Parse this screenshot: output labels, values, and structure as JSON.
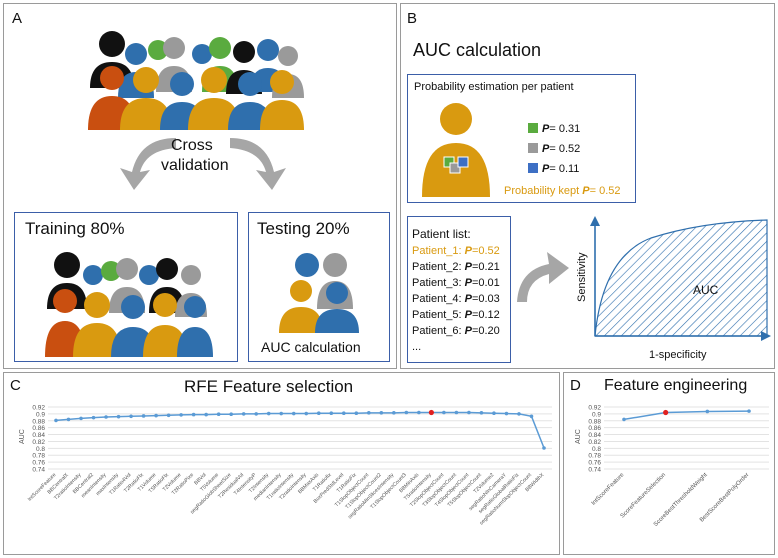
{
  "panel_a": {
    "letter": "A",
    "cross_validation_line1": "Cross",
    "cross_validation_line2": "validation",
    "training_title": "Training 80%",
    "testing_title": "Testing 20%",
    "testing_caption": "AUC calculation"
  },
  "panel_b": {
    "letter": "B",
    "title": "AUC calculation",
    "prob_box_title": "Probability estimation per patient",
    "legend": [
      {
        "label": "P",
        "value": "= 0.31",
        "color": "#5aab3f"
      },
      {
        "label": "P",
        "value": "= 0.52",
        "color": "#9a9a9a"
      },
      {
        "label": "P",
        "value": "= 0.11",
        "color": "#3d6fc4"
      }
    ],
    "prob_kept_prefix": "Probability kept ",
    "prob_kept_p": "P",
    "prob_kept_value": "= 0.52",
    "patient_list_title": "Patient list:",
    "patients": [
      {
        "name": "Patient_1: ",
        "p": "P",
        "value": "=0.52",
        "highlight": true
      },
      {
        "name": "Patient_2: ",
        "p": "P",
        "value": "=0.21",
        "highlight": false
      },
      {
        "name": "Patient_3: ",
        "p": "P",
        "value": "=0.01",
        "highlight": false
      },
      {
        "name": "Patient_4: ",
        "p": "P",
        "value": "=0.03",
        "highlight": false
      },
      {
        "name": "Patient_5: ",
        "p": "P",
        "value": "=0.12",
        "highlight": false
      },
      {
        "name": "Patient_6: ",
        "p": "P",
        "value": "=0.20",
        "highlight": false
      }
    ],
    "ellipsis": "...",
    "roc_ylabel": "Sensitivity",
    "roc_xlabel": "1-specificity",
    "roc_area_label": "AUC"
  },
  "panel_c": {
    "letter": "C",
    "title": "RFE Feature selection"
  },
  "panel_d": {
    "letter": "D",
    "title": "Feature engineering"
  },
  "colors": {
    "orange": "#d99a10",
    "blue": "#2f6fad",
    "line": "#5b9bd5",
    "selected": "#e02020",
    "border": "#3b5ea8"
  },
  "chart_data": [
    {
      "type": "line",
      "title": "RFE Feature selection",
      "ylabel": "AUC",
      "ylim": [
        0.74,
        0.92
      ],
      "yticks": [
        0.74,
        0.76,
        0.78,
        0.8,
        0.82,
        0.84,
        0.86,
        0.88,
        0.9,
        0.92
      ],
      "categories": [
        "IntScoreFeature",
        "BBCentralX",
        "T2ratioIntensity",
        "BBCentral2",
        "meanIntensity",
        "maxIntensity",
        "T1Ratio4Vol",
        "T2RatioFlx",
        "T1Volume",
        "TSRatioFlx",
        "T2Volume",
        "T2RatioPixe",
        "BBVol",
        "T5Volume",
        "segRatioGlobSheetSize",
        "T2ResidualVol",
        "T4IntensityP",
        "T2Intensity",
        "medianIntensity",
        "T1ratioIntensity",
        "T2ratioIntensity",
        "BBMaxAxis",
        "T1Ratiofix",
        "BoxPredStdLevel",
        "T1RatioFix",
        "T1SlopObjectCount",
        "T1SlopObjectCount2",
        "segRatioMinSlicesIntensity",
        "T1SlopObjectCount3",
        "BBMinAxis",
        "TSratioIntensity",
        "T2SlopObjectCount",
        "T3SlopObjectCount",
        "T4SlopObjectCount",
        "T5SlopObjectCount",
        "T2Volume2",
        "segRatioNInCameraY",
        "segRatioGlobalRatioFix",
        "segRatioNumSlopObjectCount",
        "BBWidthX"
      ],
      "values": [
        0.881,
        0.884,
        0.887,
        0.889,
        0.891,
        0.892,
        0.893,
        0.894,
        0.895,
        0.896,
        0.897,
        0.898,
        0.898,
        0.899,
        0.899,
        0.9,
        0.9,
        0.901,
        0.901,
        0.901,
        0.901,
        0.902,
        0.902,
        0.902,
        0.902,
        0.903,
        0.903,
        0.903,
        0.904,
        0.904,
        0.904,
        0.904,
        0.904,
        0.904,
        0.903,
        0.902,
        0.901,
        0.9,
        0.893,
        0.801
      ],
      "selected_index": 30
    },
    {
      "type": "line",
      "title": "Feature engineering",
      "ylabel": "AUC",
      "ylim": [
        0.74,
        0.92
      ],
      "yticks": [
        0.74,
        0.76,
        0.78,
        0.8,
        0.82,
        0.84,
        0.86,
        0.88,
        0.9,
        0.92
      ],
      "categories": [
        "IntScoreFeature",
        "ScoreFeatureSelection",
        "ScoreBestThresholdWeight",
        "BestScoreBestPolyOrder"
      ],
      "values": [
        0.884,
        0.904,
        0.907,
        0.908
      ],
      "selected_index": 1
    }
  ]
}
